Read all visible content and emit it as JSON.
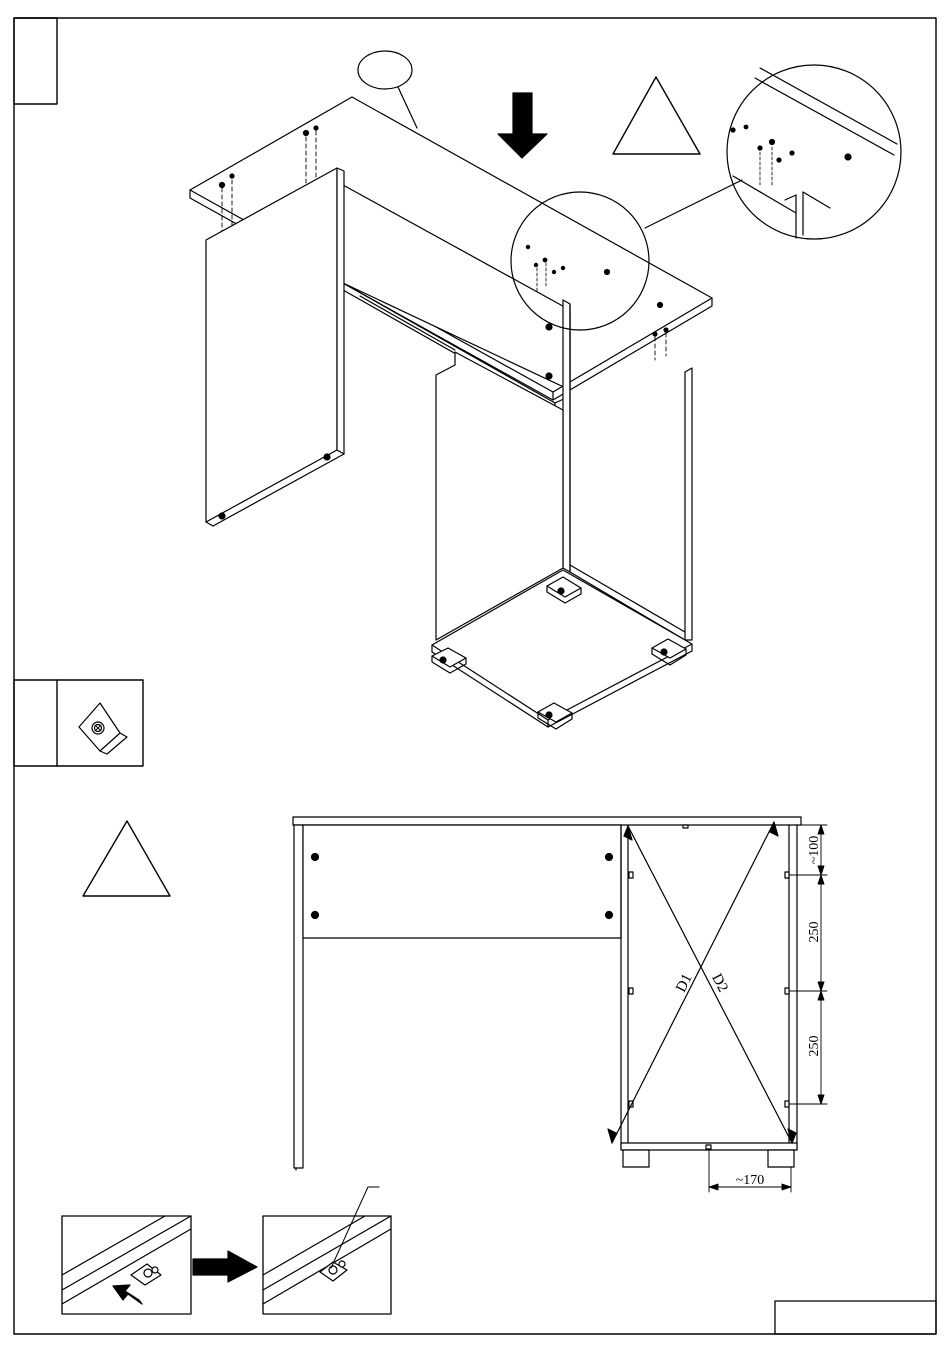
{
  "figure": {
    "step_number": "",
    "callout_label": "",
    "hardware_box_number": "",
    "page_footer": ""
  },
  "dimensions": {
    "top_offset": "~100",
    "spacing_1": "250",
    "spacing_2": "250",
    "bottom_offset": "~170",
    "diagonal_1": "D1",
    "diagonal_2": "D2"
  },
  "colors": {
    "ink": "#000000",
    "paper": "#ffffff"
  },
  "icons": {
    "warning": "warning-triangle-icon",
    "insert": "insert-direction-arrow-icon",
    "down": "down-arrow-icon",
    "next": "right-arrow-icon"
  }
}
